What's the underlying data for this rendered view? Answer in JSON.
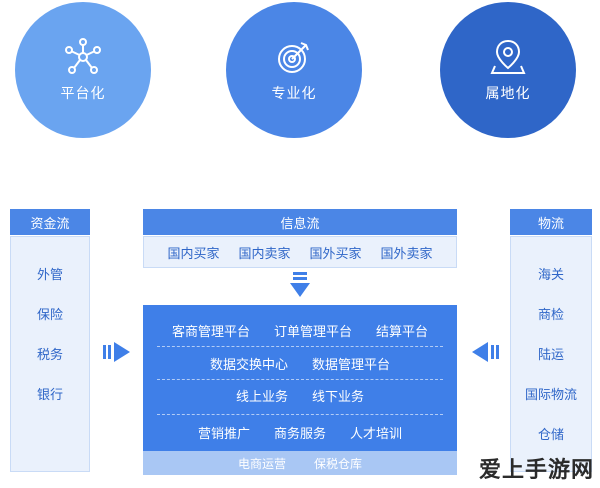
{
  "circles": [
    {
      "label": "平台化",
      "icon": "network-nodes-icon",
      "color": "#6aa4f0"
    },
    {
      "label": "专业化",
      "icon": "target-icon",
      "color": "#4b86e6"
    },
    {
      "label": "属地化",
      "icon": "map-pin-icon",
      "color": "#2f66c8"
    }
  ],
  "left": {
    "title": "资金流",
    "items": [
      "外管",
      "保险",
      "税务",
      "银行"
    ]
  },
  "right": {
    "title": "物流",
    "items": [
      "海关",
      "商检",
      "陆运",
      "国际物流",
      "仓储"
    ]
  },
  "info": {
    "title": "信息流",
    "items": [
      "国内买家",
      "国内卖家",
      "国外买家",
      "国外卖家"
    ]
  },
  "core": {
    "rows": [
      [
        "客商管理平台",
        "订单管理平台",
        "结算平台"
      ],
      [
        "数据交换中心",
        "数据管理平台"
      ],
      [
        "线上业务",
        "线下业务"
      ],
      [
        "营销推广",
        "商务服务",
        "人才培训"
      ]
    ],
    "bottom": [
      "电商运营",
      "保税仓库"
    ]
  },
  "watermark": "爱上手游网",
  "colors": {
    "primary": "#3f7fe8",
    "header": "#4b86e6",
    "panel": "#eaf1fc",
    "text_blue": "#2f66c8"
  }
}
